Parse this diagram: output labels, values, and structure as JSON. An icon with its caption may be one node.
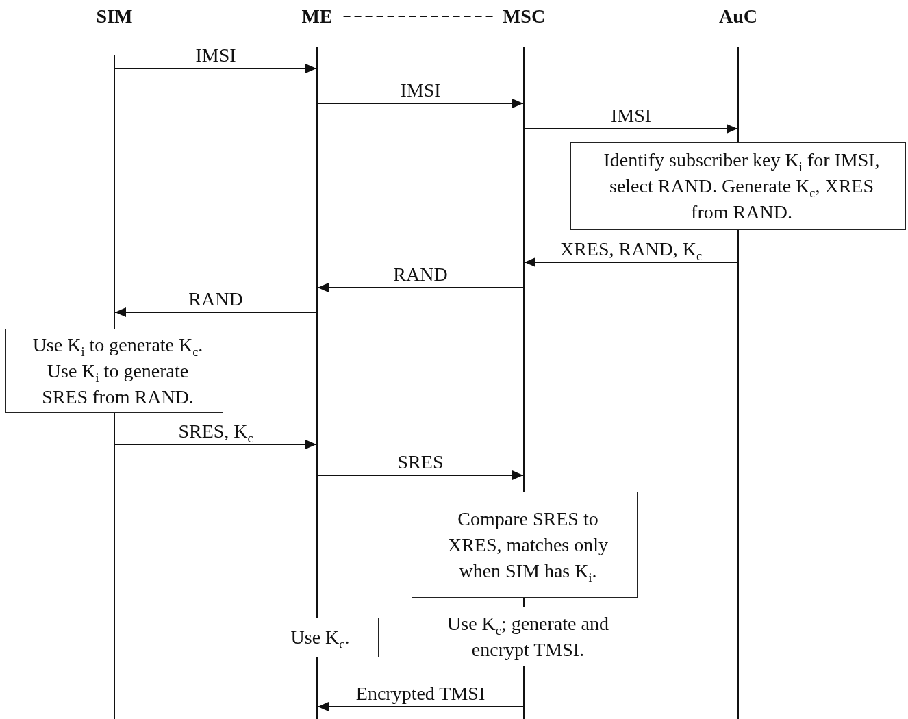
{
  "diagram": {
    "nodes": [
      {
        "text": [
          "SIM"
        ]
      },
      {
        "text": [
          "ME"
        ]
      },
      {
        "text": [
          "MSC"
        ]
      },
      {
        "text": [
          "AuC"
        ]
      },
      {
        "text": [
          "Identify subscriber key K$_{i}$ for IMSI, select RAND. Generate K$_{c}$, XRES from RAND."
        ]
      },
      {
        "text": [
          "Use K$_{i}$ to generate K$_{c}$. Use K$_{i}$ to generate SRES from RAND."
        ]
      },
      {
        "text": [
          "Compare SRES to XRES, matches only when SIM has K$_{i}$."
        ]
      },
      {
        "text": [
          "Use K$_{c}$; generate and encrypt TMSI."
        ]
      },
      {
        "text": [
          "Use K$_{c}$."
        ]
      }
    ],
    "edges": [
      {
        "from": 0,
        "to": 1,
        "arrow": "to",
        "label": "IMSI"
      },
      {
        "from": 1,
        "to": 2,
        "arrow": "to",
        "label": "IMSI"
      },
      {
        "from": 2,
        "to": 3,
        "arrow": "to",
        "label": "IMSI"
      },
      {
        "from": 3,
        "to": 2,
        "arrow": "to",
        "label": "XRES, RAND, K$_{c}$"
      },
      {
        "from": 2,
        "to": 1,
        "arrow": "to",
        "label": "RAND"
      },
      {
        "from": 1,
        "to": 0,
        "arrow": "to",
        "label": "RAND"
      },
      {
        "from": 0,
        "to": 1,
        "arrow": "to",
        "label": "SRES, K$_{c}$"
      },
      {
        "from": 1,
        "to": 2,
        "arrow": "to",
        "label": "SRES"
      },
      {
        "from": 2,
        "to": 1,
        "arrow": "to",
        "label": "Encrypted TMSI"
      },
      {
        "from": 1,
        "to": 2,
        "arrow": "none",
        "style": "dashed"
      }
    ]
  }
}
